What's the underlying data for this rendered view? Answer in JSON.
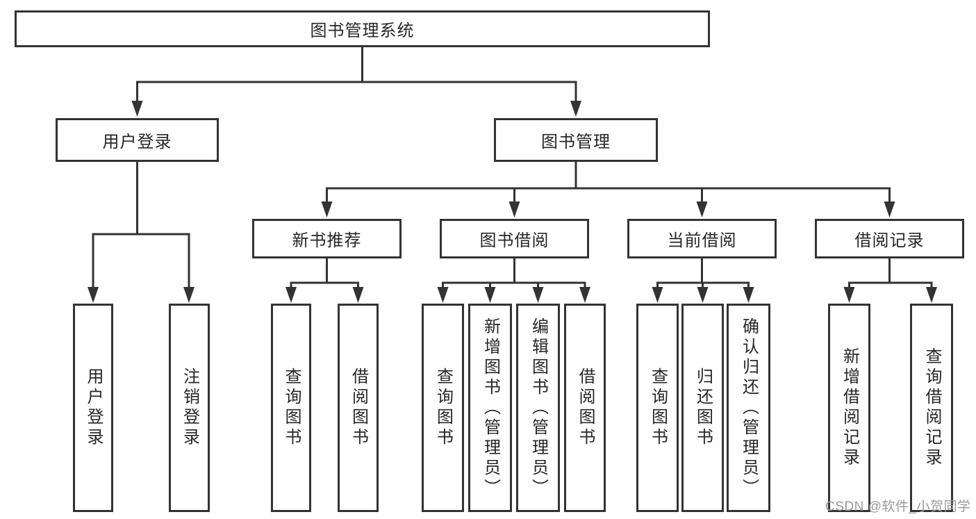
{
  "diagram": {
    "title": "图书管理系统",
    "level2": [
      {
        "id": "user-login",
        "label": "用户登录"
      },
      {
        "id": "book-management",
        "label": "图书管理"
      }
    ],
    "level3": [
      {
        "id": "new-book-recommend",
        "label": "新书推荐",
        "parent": "图书管理"
      },
      {
        "id": "book-borrowing",
        "label": "图书借阅",
        "parent": "图书管理"
      },
      {
        "id": "current-borrowing",
        "label": "当前借阅",
        "parent": "图书管理"
      },
      {
        "id": "borrowing-records",
        "label": "借阅记录",
        "parent": "图书管理"
      }
    ],
    "leaves": [
      {
        "label": "用户登录",
        "parent": "用户登录"
      },
      {
        "label": "注销登录",
        "parent": "用户登录"
      },
      {
        "label": "查询图书",
        "parent": "新书推荐"
      },
      {
        "label": "借阅图书",
        "parent": "新书推荐"
      },
      {
        "label": "查询图书",
        "parent": "图书借阅"
      },
      {
        "label": "新增图书（管理员）",
        "parent": "图书借阅"
      },
      {
        "label": "编辑图书（管理员）",
        "parent": "图书借阅"
      },
      {
        "label": "借阅图书",
        "parent": "图书借阅"
      },
      {
        "label": "查询图书",
        "parent": "当前借阅"
      },
      {
        "label": "归还图书",
        "parent": "当前借阅"
      },
      {
        "label": "确认归还（管理员）",
        "parent": "当前借阅"
      },
      {
        "label": "新增借阅记录",
        "parent": "借阅记录"
      },
      {
        "label": "查询借阅记录",
        "parent": "借阅记录"
      }
    ],
    "watermark": "CSDN @软件_小贺同学",
    "colors": {
      "line": "#333333",
      "box_border": "#333333",
      "text": "#262626",
      "watermark": "#9a9a9a",
      "background": "#ffffff"
    }
  }
}
